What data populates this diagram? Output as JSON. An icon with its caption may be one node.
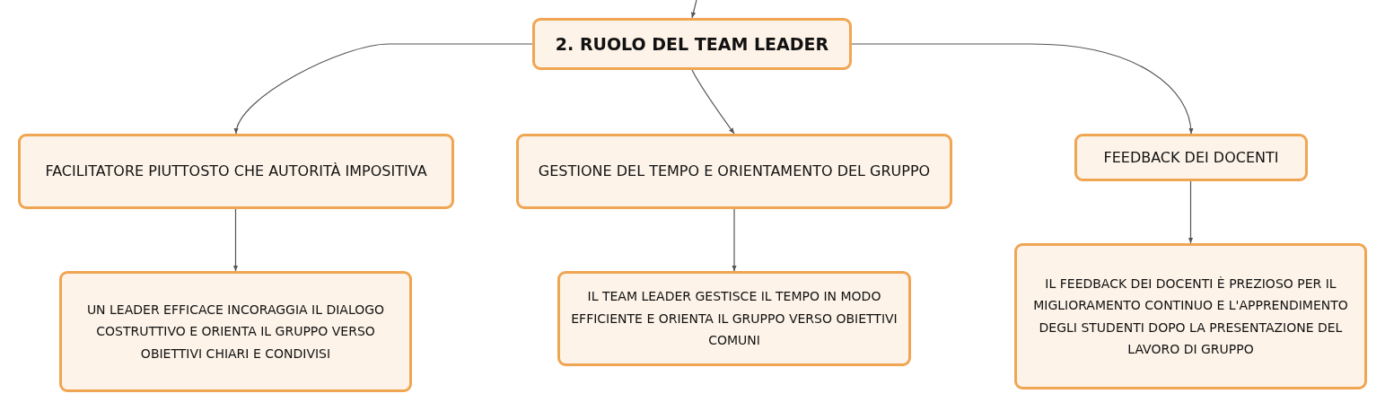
{
  "diagram": {
    "nodes": [
      {
        "text": [
          "2. RUOLO DEL TEAM LEADER"
        ]
      },
      {
        "text": [
          "FACILITATORE PIUTTOSTO CHE AUTORITÀ IMPOSITIVA"
        ]
      },
      {
        "text": [
          "GESTIONE DEL TEMPO E ORIENTAMENTO DEL GRUPPO"
        ]
      },
      {
        "text": [
          "FEEDBACK DEI DOCENTI"
        ]
      },
      {
        "text": [
          "UN LEADER EFFICACE INCORAGGIA IL DIALOGO COSTRUTTIVO E ORIENTA IL GRUPPO VERSO OBIETTIVI CHIARI E CONDIVISI"
        ]
      },
      {
        "text": [
          "IL TEAM LEADER GESTISCE IL TEMPO IN MODO EFFICIENTE E ORIENTA IL GRUPPO VERSO OBIETTIVI COMUNI"
        ]
      },
      {
        "text": [
          "IL FEEDBACK DEI DOCENTI È PREZIOSO PER IL MIGLIORAMENTO CONTINUO E L'APPRENDIMENTO DEGLI STUDENTI DOPO LA PRESENTAZIONE DEL LAVORO DI GRUPPO"
        ]
      }
    ],
    "edges": [
      {
        "from": null,
        "to": 0,
        "arrow": "to"
      },
      {
        "from": 0,
        "to": 1,
        "arrow": "to"
      },
      {
        "from": 0,
        "to": 2,
        "arrow": "to"
      },
      {
        "from": 0,
        "to": 3,
        "arrow": "to"
      },
      {
        "from": 1,
        "to": 4,
        "arrow": "to"
      },
      {
        "from": 2,
        "to": 5,
        "arrow": "to"
      },
      {
        "from": 3,
        "to": 6,
        "arrow": "to"
      }
    ]
  }
}
